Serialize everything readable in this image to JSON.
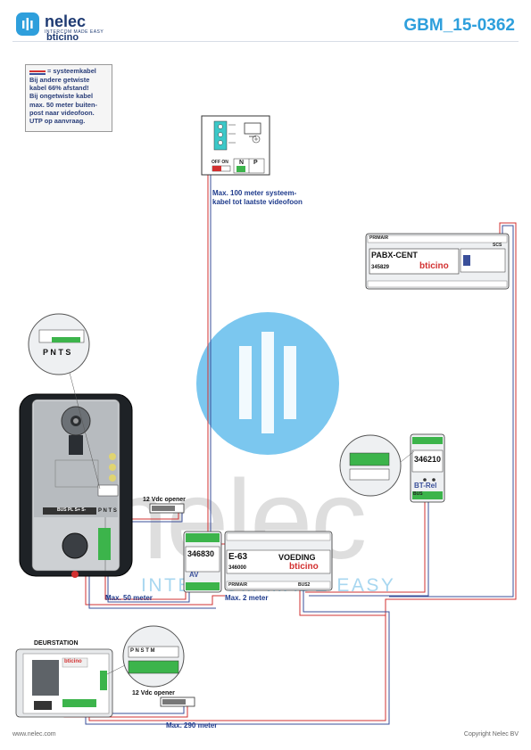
{
  "header": {
    "logo_text": "nelec",
    "logo_tagline": "INTERCOM MADE EASY",
    "logo_brand": "bticino",
    "doc_id": "GBM_15-0362"
  },
  "legend": {
    "line1": "= systeemkabel",
    "line2": "Bij andere getwiste",
    "line3": "kabel 66% afstand!",
    "line4": "Bij ongetwiste kabel",
    "line5": "max. 50 meter buiten-",
    "line6": "post naar videofoon.",
    "line7": "UTP op aanvraag."
  },
  "notes": {
    "max100_line1": "Max. 100 meter systeem-",
    "max100_line2": "kabel tot laatste videofoon",
    "max50": "Max. 50 meter",
    "max2": "Max. 2 meter",
    "max290": "Max. 290 meter"
  },
  "devices": {
    "pabx_name": "PABX-CENT",
    "pabx_code": "345829",
    "pabx_brand": "bticino",
    "pabx_primair": "PRIMAIR",
    "pabx_scs": "SCS",
    "av_code": "346830",
    "av_label": "AV",
    "psu_name": "E-63",
    "psu_voeding": "VOEDING",
    "psu_code": "346000",
    "psu_brand": "bticino",
    "psu_primair": "PRIMAIR",
    "psu_bus2": "BUS2",
    "relay_code": "346210",
    "relay_label": "BT-Rel",
    "relay_bus": "BUS",
    "door_station_label": "DEURSTATION",
    "door_brand": "bticino",
    "opener1": "12 Vdc opener",
    "opener2": "12 Vdc opener",
    "outdoor_terminals": "BUS PL S+ S-",
    "outdoor_pnts": "P N T S",
    "zoom_pnts": "P N T S",
    "monitor_offon": "OFF ON",
    "monitor_n": "N",
    "monitor_p": "P",
    "door_terminals": "P N S T M"
  },
  "footer": {
    "left": "www.nelec.com",
    "right": "Copyright Nelec BV"
  },
  "colors": {
    "accent": "#2e9fdc",
    "cable_red": "#d23030",
    "cable_blue": "#3a4f9a",
    "terminal_green": "#3cb44b"
  },
  "icons": [
    "nelec-logo-icon",
    "monitor-icon",
    "speaker-icon",
    "camera-icon"
  ]
}
